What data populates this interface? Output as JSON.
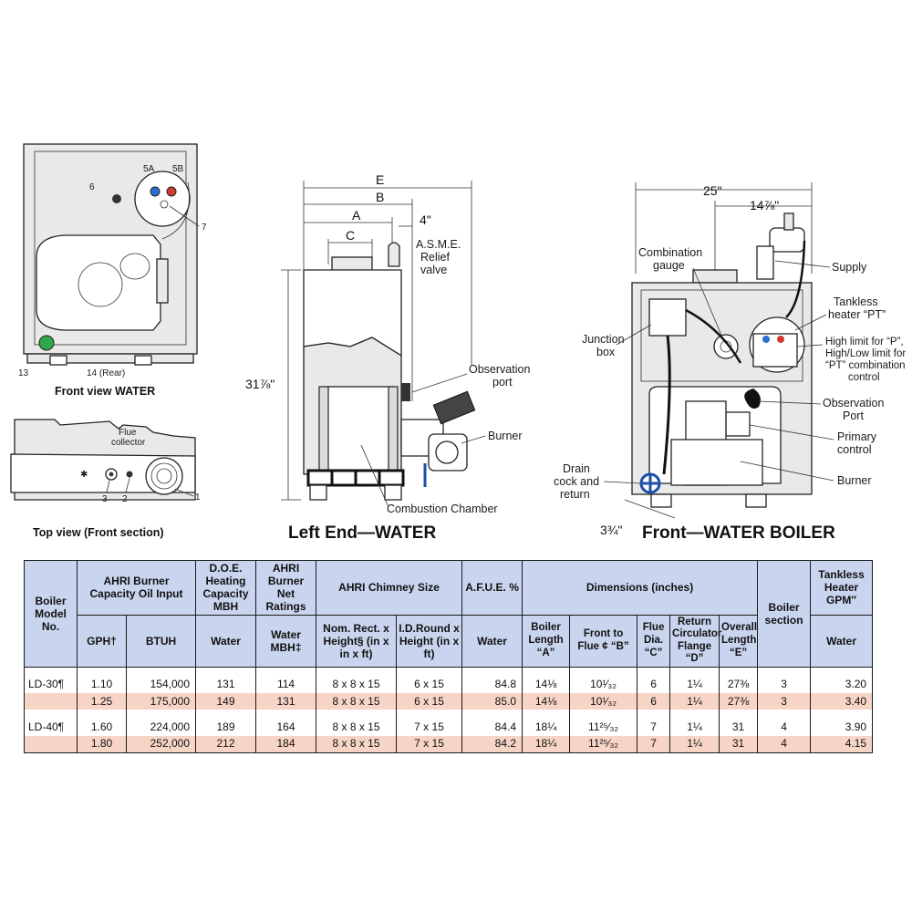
{
  "diagram": {
    "front_view": {
      "caption": "Front view WATER",
      "callouts": {
        "c5a": "5A",
        "c5b": "5B",
        "c6": "6",
        "c7": "7",
        "c13": "13",
        "c14": "14 (Rear)"
      }
    },
    "top_view": {
      "caption": "Top view (Front section)",
      "flue_line1": "Flue",
      "flue_line2": "collector",
      "callouts": {
        "c1": "1",
        "c2": "2",
        "c3": "3"
      }
    },
    "left_end": {
      "caption": "Left End—WATER",
      "dims": {
        "e": "E",
        "b": "B",
        "a": "A",
        "c": "C",
        "four": "4\"",
        "height": "31⅞\""
      },
      "labels": {
        "asme_1": "A.S.M.E.",
        "asme_2": "Relief",
        "asme_3": "valve",
        "obs_1": "Observation",
        "obs_2": "port",
        "burner": "Burner",
        "chamber": "Combustion Chamber"
      }
    },
    "front_boiler": {
      "caption": "Front—WATER BOILER",
      "dims": {
        "width": "25\"",
        "offset": "14⅞\"",
        "bottom": "3¾\""
      },
      "labels": {
        "combo_1": "Combination",
        "combo_2": "gauge",
        "supply": "Supply",
        "tankless_1": "Tankless",
        "tankless_2": "heater “PT”",
        "junction_1": "Junction",
        "junction_2": "box",
        "hl_1": "High limit for “P”,",
        "hl_2": "High/Low limit for",
        "hl_3": "“PT” combination",
        "hl_4": "control",
        "obs_1": "Observation",
        "obs_2": "Port",
        "primary_1": "Primary",
        "primary_2": "control",
        "drain_1": "Drain",
        "drain_2": "cock and",
        "drain_3": "return",
        "burner": "Burner"
      }
    }
  },
  "table": {
    "headers": {
      "model": "Boiler Model No.",
      "burner": "AHRI Burner Capacity Oil Input",
      "doe": "D.O.E. Heating Capacity MBH",
      "ahri_net": "AHRI Burner Net Ratings",
      "chimney": "AHRI Chimney Size",
      "afue": "A.F.U.E. %",
      "dimensions": "Dimensions (inches)",
      "section": "Boiler section",
      "tankless": "Tankless Heater GPM″",
      "gph": "GPH†",
      "btuh": "BTUH",
      "doe_water": "Water",
      "water_mbh": "Water MBH‡",
      "nom_rect": "Nom. Rect. x Height§ (in x in x ft)",
      "id_round": "I.D.Round x Height (in x ft)",
      "afue_water": "Water",
      "length_a": "Boiler Length “A”",
      "front_flue_b": "Front to Flue ¢ “B”",
      "flue_c": "Flue Dia. “C”",
      "return_d": "Return Circulator Flange “D”",
      "overall_e": "Overall Length “E”",
      "tank_water": "Water"
    },
    "rows": [
      {
        "model": "LD-30¶",
        "gph": "1.10",
        "btuh": "154,000",
        "doe": "131",
        "net": "114",
        "rect": "8 x 8 x 15",
        "round": "6 x 15",
        "afue": "84.8",
        "a": "14⅛",
        "b": "10¹⁄₃₂",
        "c": "6",
        "d": "1¼",
        "e": "27⅜",
        "section": "3",
        "tankless": "3.20"
      },
      {
        "model": "",
        "gph": "1.25",
        "btuh": "175,000",
        "doe": "149",
        "net": "131",
        "rect": "8 x 8 x 15",
        "round": "6 x 15",
        "afue": "85.0",
        "a": "14⅛",
        "b": "10¹⁄₃₂",
        "c": "6",
        "d": "1¼",
        "e": "27⅜",
        "section": "3",
        "tankless": "3.40"
      },
      {
        "model": "LD-40¶",
        "gph": "1.60",
        "btuh": "224,000",
        "doe": "189",
        "net": "164",
        "rect": "8 x 8 x 15",
        "round": "7 x 15",
        "afue": "84.4",
        "a": "18¼",
        "b": "11²⁵⁄₃₂",
        "c": "7",
        "d": "1¼",
        "e": "31",
        "section": "4",
        "tankless": "3.90"
      },
      {
        "model": "",
        "gph": "1.80",
        "btuh": "252,000",
        "doe": "212",
        "net": "184",
        "rect": "8 x 8 x 15",
        "round": "7 x 15",
        "afue": "84.2",
        "a": "18¼",
        "b": "11²⁵⁄₃₂",
        "c": "7",
        "d": "1¼",
        "e": "31",
        "section": "4",
        "tankless": "4.15"
      }
    ]
  }
}
